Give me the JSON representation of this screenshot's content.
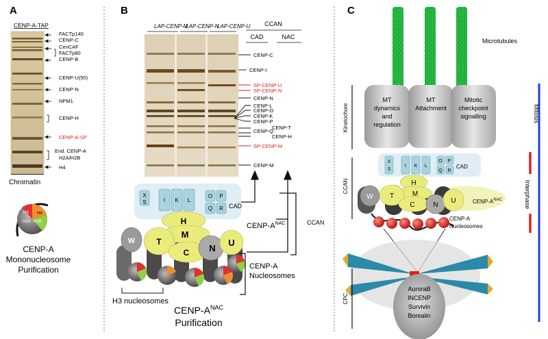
{
  "panels": {
    "a": "A",
    "b": "B",
    "c": "C"
  },
  "panel_a": {
    "title": "CENP-A-TAP",
    "band_labels": [
      "FACTp140",
      "CENP-C",
      "CenCAF",
      "FACTp80",
      "CENP-B",
      "CENP-U(50)",
      "CENP-N",
      "NPM1",
      "CENP-H",
      "CENP-A-SP",
      "End. CENP-A",
      "H2A/H2B",
      "H4"
    ],
    "band_colors": {
      "highlight": "#d42020"
    },
    "gel_footer": "Chromatin",
    "nucleosome_labels": [
      "H3",
      "H4",
      "H2A",
      "H2B"
    ],
    "caption_lines": [
      "CENP-A",
      "Mononucleosome",
      "Purification"
    ]
  },
  "panel_b": {
    "lane_labels": [
      "LAP-CENP-M",
      "LAP-CENP-N",
      "LAP-CENP-U"
    ],
    "ccan_header": "CCAN",
    "cad_header": "CAD",
    "nac_header": "NAC",
    "band_labels": [
      "CENP-C",
      "CENP-I",
      "SP-CENP-U",
      "SP-CENP-N",
      "CENP-N",
      "CENP-L",
      "CENP-O",
      "CENP-K",
      "CENP-P",
      "CENP-Q",
      "CENP-T",
      "CENP-H",
      "SP-CENP-M",
      "CENP-M"
    ],
    "cad_block_letters": [
      "X",
      "S",
      "I",
      "K",
      "L",
      "O",
      "P",
      "Q",
      "R"
    ],
    "cad_label": "CAD",
    "nac_letters": [
      "H",
      "M",
      "W",
      "T",
      "C",
      "N",
      "U"
    ],
    "nac_label": "CENP-A",
    "nac_superscript": "NAC",
    "side_ccan": "CCAN",
    "nucleosome_label_lines": [
      "CENP-A",
      "Nucleosomes"
    ],
    "h3_label": "H3 nucleosomes",
    "caption_line1": "CENP-A",
    "caption_sup": "NAC",
    "caption_line2": "Purification"
  },
  "panel_c": {
    "microtubules_label": "Microtubules",
    "kt_boxes": [
      {
        "lines": [
          "MT",
          "dynamics",
          "and",
          "regulation"
        ]
      },
      {
        "lines": [
          "MT",
          "Attachment"
        ]
      },
      {
        "lines": [
          "Mitotic",
          "checkpoint",
          "signalling"
        ]
      }
    ],
    "cad_letters": [
      "X",
      "S",
      "I",
      "K",
      "L",
      "O",
      "P",
      "Q",
      "R"
    ],
    "cad_label": "CAD",
    "nac_letters": [
      "H",
      "M",
      "W",
      "T",
      "C",
      "N",
      "U"
    ],
    "nac_label": "CENP-A",
    "nac_sup": "NAC",
    "nucleosome_lines": [
      "CENP-A",
      "Nucleosomes"
    ],
    "cpc_proteins": [
      "AuroraB",
      "INCENP",
      "Survivin",
      "Borealin"
    ],
    "left_labels": [
      "Kinetochore",
      "CCAN",
      "CPC"
    ],
    "right_labels": [
      "Mitosis",
      "Interphase"
    ],
    "colors": {
      "mitosis": "#1f3fd6",
      "interphase": "#e02020",
      "microtubule": "#1fae3a",
      "cad": "#a9d4df",
      "nac": "#e9ec7a",
      "chromosome": "#2a8aa8"
    }
  }
}
